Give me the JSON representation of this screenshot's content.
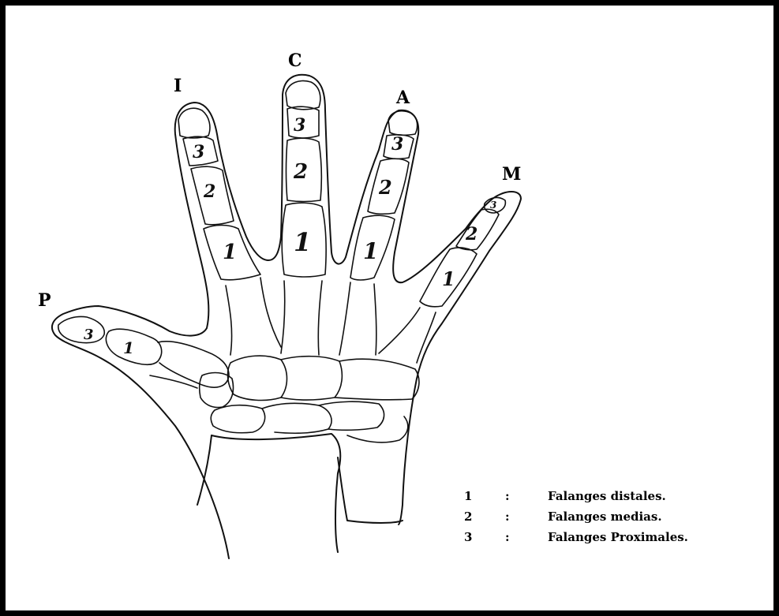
{
  "finger_labels": {
    "thumb": "P",
    "index": "I",
    "middle": "C",
    "ring": "A",
    "little": "M"
  },
  "bone_numbers": {
    "one": "1",
    "two": "2",
    "three": "3"
  },
  "legend": [
    {
      "number": "1",
      "separator": ":",
      "text": "Falanges distales."
    },
    {
      "number": "2",
      "separator": ":",
      "text": "Falanges medias."
    },
    {
      "number": "3",
      "separator": ":",
      "text": "Falanges Proximales."
    }
  ],
  "colors": {
    "ink": "#111111",
    "background": "#ffffff",
    "border": "#000000"
  }
}
